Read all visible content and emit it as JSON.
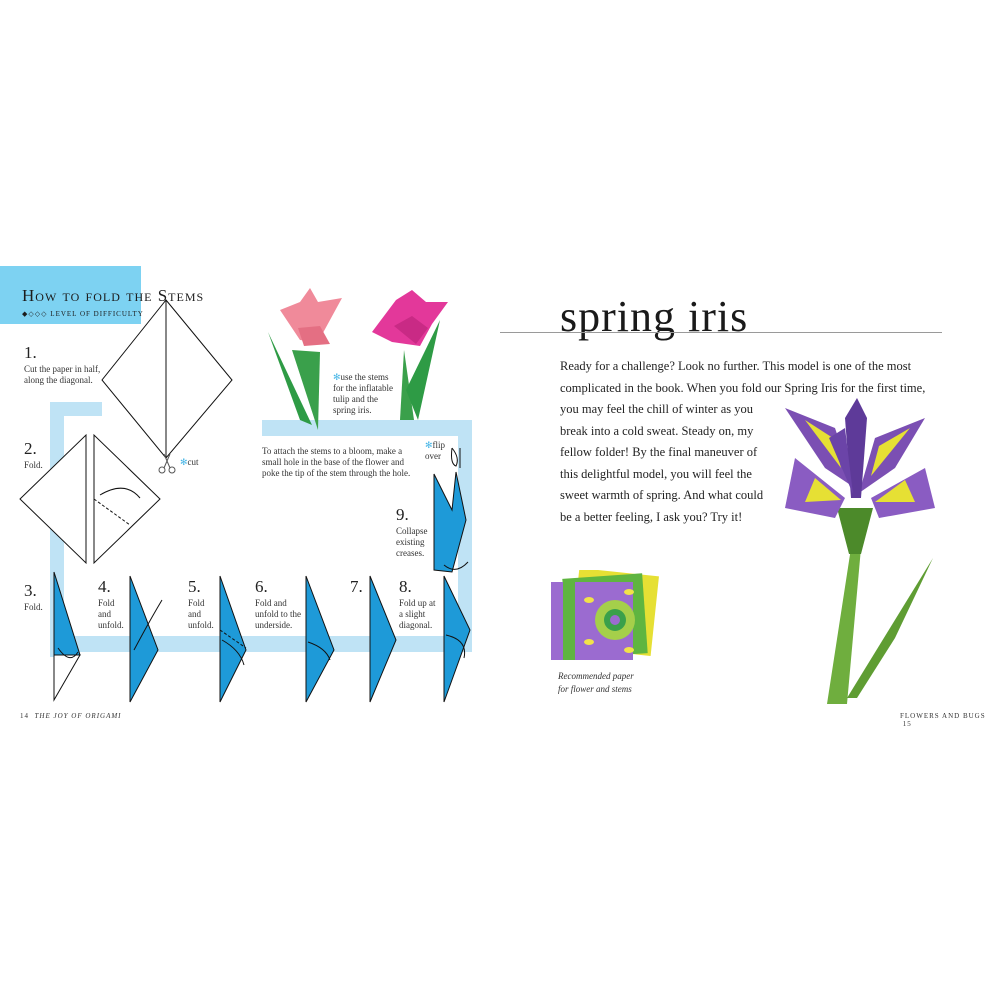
{
  "left_page": {
    "section_title": "How to fold the Stems",
    "difficulty_label": "LEVEL OF DIFFICULTY",
    "steps": [
      {
        "num": "1.",
        "text": "Cut the paper in half, along the diagonal."
      },
      {
        "num": "2.",
        "text": "Fold."
      },
      {
        "num": "3.",
        "text": "Fold."
      },
      {
        "num": "4.",
        "text": "Fold and unfold."
      },
      {
        "num": "5.",
        "text": "Fold and unfold."
      },
      {
        "num": "6.",
        "text": "Fold and unfold to the underside."
      },
      {
        "num": "7.",
        "text": ""
      },
      {
        "num": "8.",
        "text": "Fold up at a slight diagonal."
      },
      {
        "num": "9.",
        "text": "Collapse existing creases."
      }
    ],
    "cut_label": "cut",
    "flip_label": "flip over",
    "stems_note": "use the stems for the inflatable tulip and the spring iris.",
    "attach_note": "To attach the stems to a bloom, make a small hole in the base of the flower and poke the tip of the stem through the hole.",
    "footer": {
      "page": "14",
      "book": "THE JOY OF ORIGAMI"
    }
  },
  "right_page": {
    "title": "spring iris",
    "body_lines": [
      "Ready for a challenge? Look no further. This model is one of the most",
      "complicated in the book. When you fold our Spring Iris for the first time,",
      "you may feel the chill of winter as you",
      "break into a cold sweat. Steady on, my",
      "fellow folder! By the final maneuver of",
      "this delightful model, you will feel the",
      "sweet warmth of spring. And what could",
      "be a better feeling, I ask you? Try it!"
    ],
    "caption_lines": [
      "Recommended paper",
      "for flower and stems"
    ],
    "footer": {
      "section": "FLOWERS AND BUGS",
      "page": "15"
    }
  },
  "colors": {
    "title_box": "#7dd2f2",
    "path": "#bfe3f5",
    "fold_blue": "#1e9ad8",
    "stem_green": "#3aa04b",
    "iris_purple": "#7b4fb3",
    "iris_yellow": "#e6e034"
  }
}
